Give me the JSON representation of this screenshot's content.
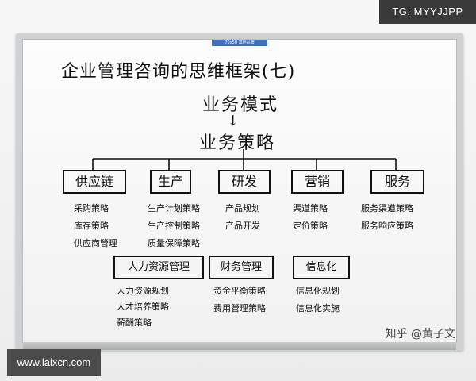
{
  "overlay": {
    "telegram_tag": "TG: MYYJJPP",
    "site_badge": "www.laixcn.com",
    "zhihu_watermark": "知乎 @黄子文"
  },
  "board": {
    "tag": "70x50 其他品牌",
    "title": "企业管理咨询的思维框架(七)",
    "model": "业务模式",
    "arrow": "↓",
    "strategy": "业务策略",
    "categories": [
      {
        "name": "供应链",
        "items": [
          "采购策略",
          "库存策略",
          "供应商管理"
        ]
      },
      {
        "name": "生产",
        "items": [
          "生产计划策略",
          "生产控制策略",
          "质量保障策略"
        ]
      },
      {
        "name": "研发",
        "items": [
          "产品规划",
          "产品开发"
        ]
      },
      {
        "name": "营销",
        "items": [
          "渠道策略",
          "定价策略"
        ]
      },
      {
        "name": "服务",
        "items": [
          "服务渠道策略",
          "服务响应策略"
        ]
      }
    ],
    "support": [
      {
        "name": "人力资源管理",
        "items": [
          "人力资源规划",
          "人才培养策略",
          "薪酬策略"
        ]
      },
      {
        "name": "财务管理",
        "items": [
          "资金平衡策略",
          "费用管理策略"
        ]
      },
      {
        "name": "信息化",
        "items": [
          "信息化规划",
          "信息化实施"
        ]
      }
    ]
  }
}
